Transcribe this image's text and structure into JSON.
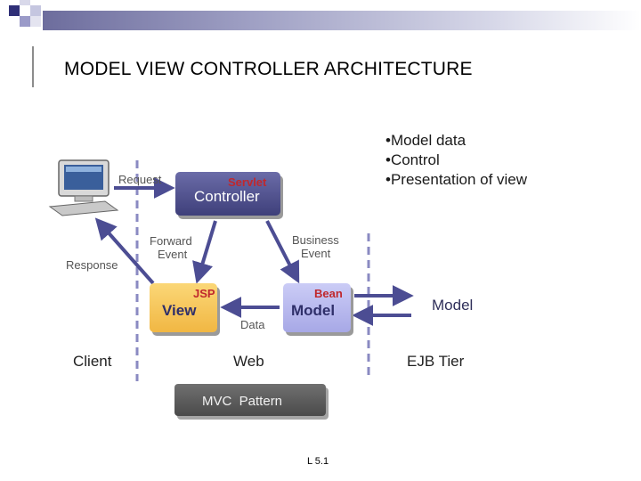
{
  "slide": {
    "title": "MODEL VIEW CONTROLLER ARCHITECTURE",
    "footer": "L 5.1"
  },
  "bullets": [
    "•Model data",
    "•Control",
    "•Presentation of view"
  ],
  "boxes": {
    "controller": {
      "tag": "Servlet",
      "label": "Controller"
    },
    "view": {
      "tag": "JSP",
      "label": "View"
    },
    "model": {
      "tag": "Bean",
      "label": "Model"
    }
  },
  "arrows": {
    "request": "Request",
    "response": "Response",
    "forward_event_1": "Forward",
    "forward_event_2": "Event",
    "business_event_1": "Business",
    "business_event_2": "Event",
    "data": "Data",
    "model_ext": "Model"
  },
  "tiers": {
    "client": "Client",
    "web": "Web",
    "ejb": "EJB Tier"
  },
  "pattern_label": "MVC  Pattern",
  "colors": {
    "controller_fill": "#4b4c8a",
    "view_fill": "#f8c85c",
    "model_fill": "#b6b7ee",
    "arrow": "#4c4d93",
    "tag_red": "#c0282d",
    "tier_divider": "#8a8ac2",
    "pattern_fill": "#5b5b5b"
  },
  "icons": {
    "client": "computer-icon"
  }
}
